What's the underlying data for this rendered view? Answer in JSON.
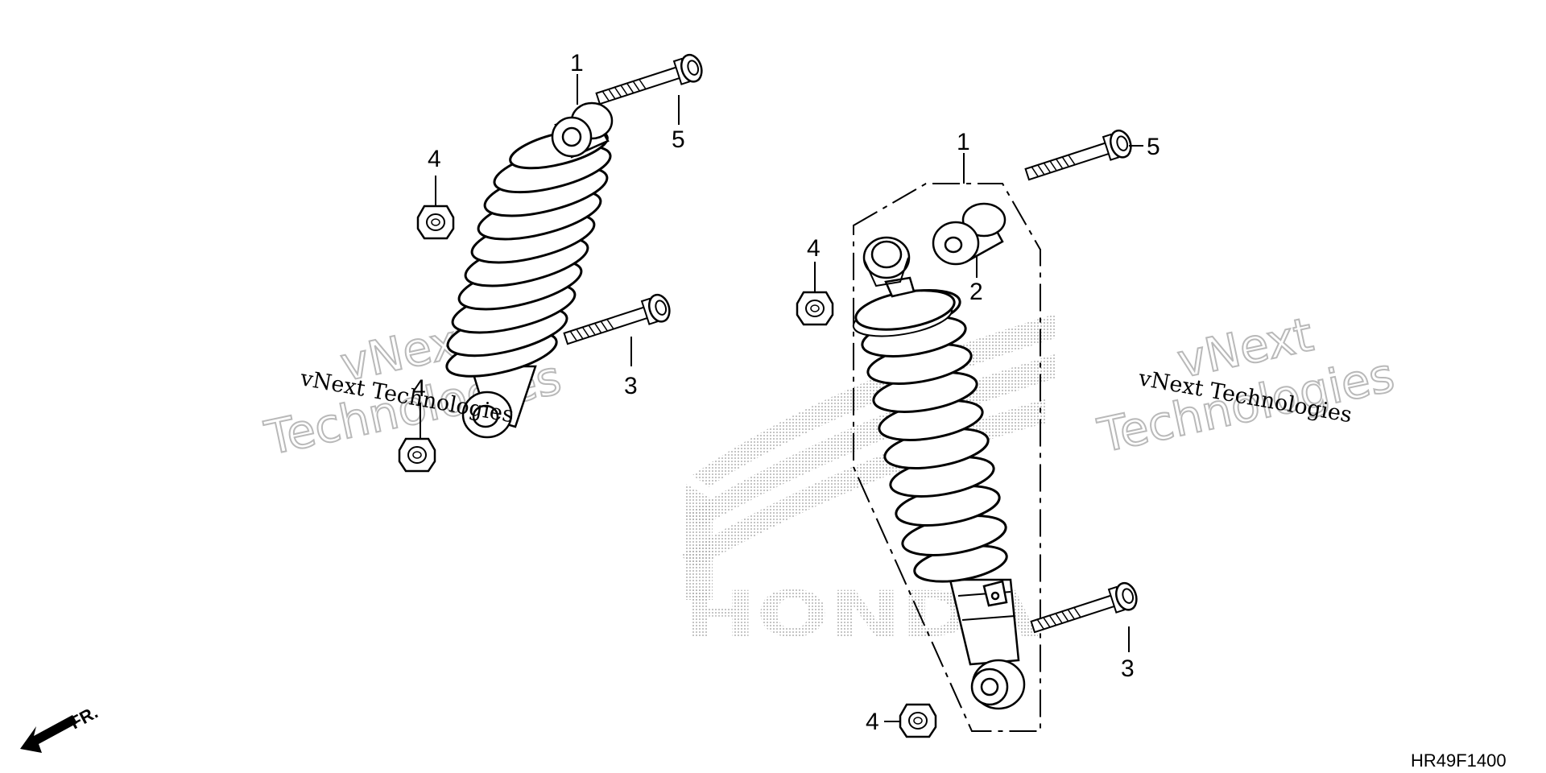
{
  "diagram": {
    "callouts": {
      "left_spring": "1",
      "left_bolt_top": "5",
      "left_nut_top": "4",
      "left_bolt_lower": "3",
      "left_nut_lower": "4",
      "right_assembly": "1",
      "right_bushing": "2",
      "right_nut_top": "4",
      "right_bolt_top": "5",
      "right_bolt_lower": "3",
      "right_nut_lower": "4"
    },
    "front_indicator": "FR.",
    "diagram_code": "HR49F1400",
    "watermark": {
      "small_text": "vNext Technologies",
      "large_line1": "vNext",
      "large_line2": "Technologies"
    },
    "logo_text": "HONDA"
  }
}
